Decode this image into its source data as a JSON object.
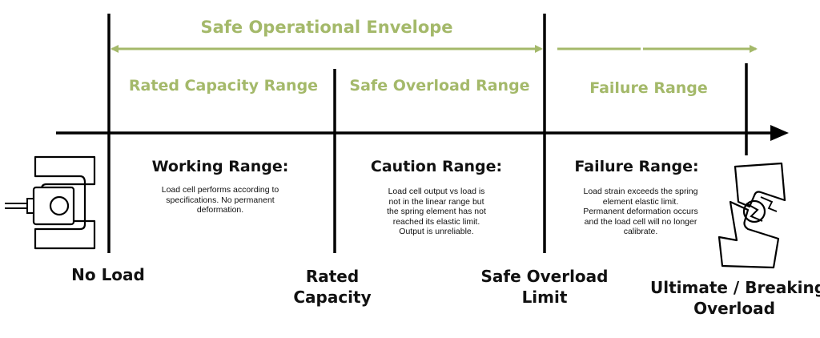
{
  "envelope": {
    "label": "Safe Operational Envelope"
  },
  "ranges": {
    "rated_capacity": "Rated Capacity Range",
    "safe_overload": "Safe Overload Range",
    "failure": "Failure Range"
  },
  "zones": {
    "working": {
      "title": "Working Range:",
      "lines": [
        "Load cell performs according to",
        "specifications. No permanent",
        "deformation."
      ]
    },
    "caution": {
      "title": "Caution Range:",
      "lines": [
        "Load cell output vs load is",
        "not in the linear range but",
        "the spring element has not",
        "reached its elastic limit.",
        "Output is unreliable."
      ]
    },
    "failure": {
      "title": "Failure Range:",
      "lines": [
        "Load strain exceeds the spring",
        "element elastic limit.",
        "Permanent deformation occurs",
        "and the load cell will no longer",
        "calibrate."
      ]
    }
  },
  "points": {
    "no_load": [
      "No Load"
    ],
    "rated_capacity": [
      "Rated",
      "Capacity"
    ],
    "safe_overload_limit": [
      "Safe Overload",
      "Limit"
    ],
    "ultimate": [
      "Ultimate  / Breaking",
      "Overload"
    ]
  },
  "colors": {
    "accent": "#a4b96a",
    "line": "#000000",
    "text": "#111111"
  },
  "icons": {
    "intact": "s-type-load-cell-icon",
    "broken": "broken-load-cell-icon"
  }
}
